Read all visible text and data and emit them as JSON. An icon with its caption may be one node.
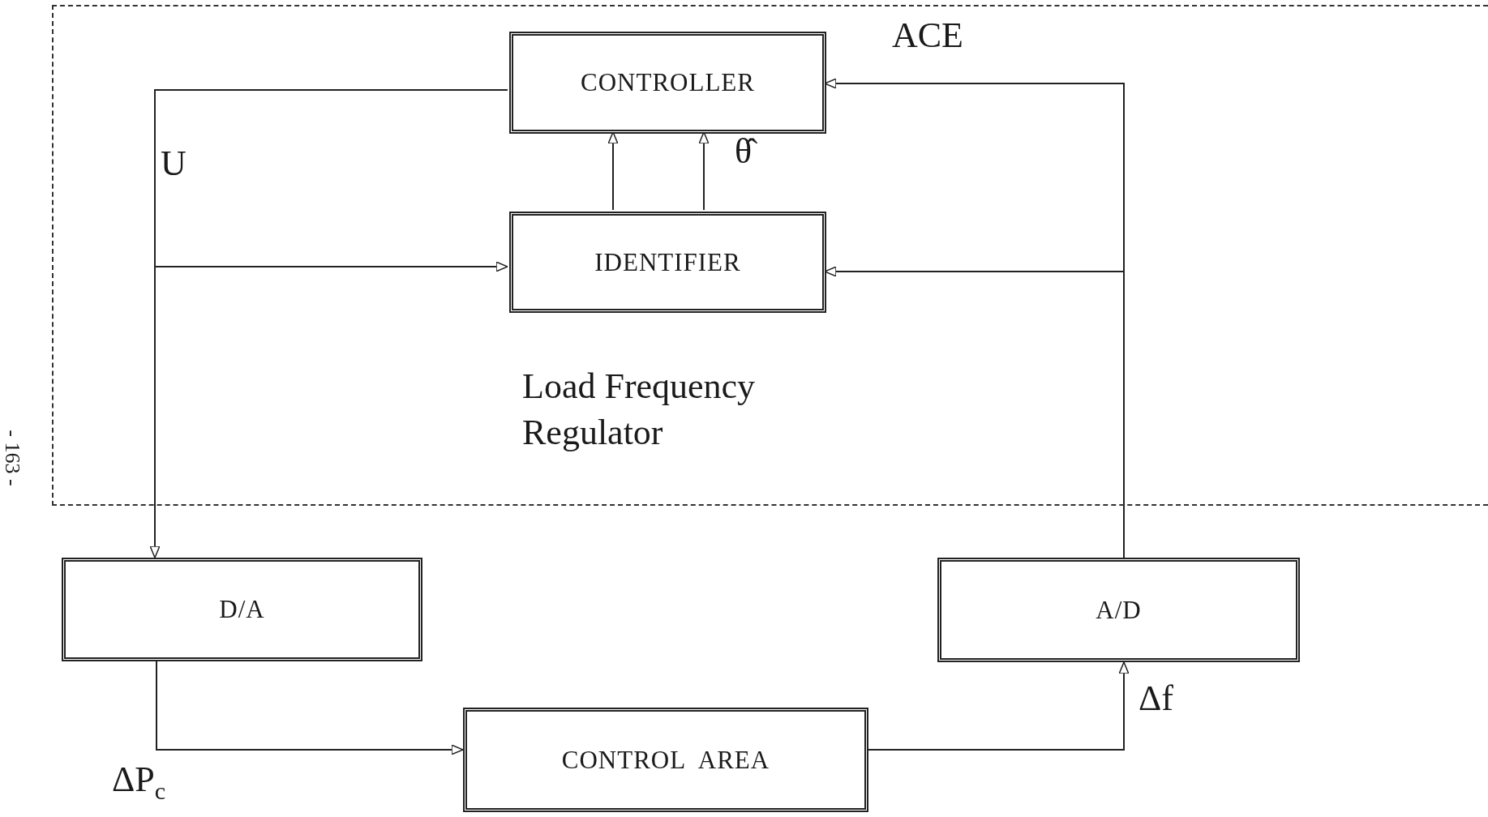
{
  "diagram": {
    "nodes": [
      {
        "text": [
          "Load Frequency Regulator"
        ]
      },
      {
        "text": [
          "CONTROLLER"
        ],
        "in": 0
      },
      {
        "text": [
          "IDENTIFIER"
        ],
        "in": 0
      },
      {
        "text": [
          "D/A"
        ]
      },
      {
        "text": [
          "A/D"
        ]
      },
      {
        "text": [
          "CONTROL  AREA"
        ]
      }
    ],
    "edges": [
      {
        "from": 1,
        "to": 3,
        "arrow": "to",
        "label": "U"
      },
      {
        "from": 1,
        "to": 2,
        "arrow": "to"
      },
      {
        "from": 2,
        "to": 1,
        "arrow": "to"
      },
      {
        "from": 2,
        "to": 1,
        "arrow": "to",
        "label": "θ̂"
      },
      {
        "from": 3,
        "to": 5,
        "arrow": "to",
        "label": "ΔP$_{c}$"
      },
      {
        "from": 5,
        "to": 4,
        "arrow": "to",
        "label": "Δf"
      },
      {
        "from": 4,
        "to": 1,
        "arrow": "to",
        "label": "ACE"
      },
      {
        "from": 4,
        "to": 2,
        "arrow": "to"
      }
    ],
    "labels": [
      "- 163 -"
    ]
  }
}
